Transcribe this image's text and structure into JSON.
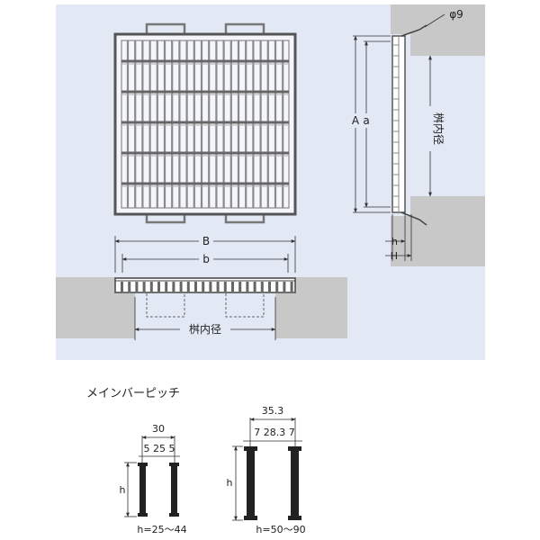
{
  "colors": {
    "panel_bg": "#e3e8f5",
    "ground": "#c8c8c8",
    "grating": "#777777",
    "bar_dark": "#222222"
  },
  "plan_view": {
    "dim_B": "B",
    "dim_b": "b",
    "opening_label": "桝内径"
  },
  "side_view": {
    "dim_A": "A",
    "dim_a": "a",
    "opening_label": "桝内径",
    "anchor_label": "φ9",
    "dim_h": "h",
    "dim_H": "H"
  },
  "pitch": {
    "title": "メインバーピッチ",
    "small": {
      "total": "30",
      "detail": "5 25 5",
      "h_label": "h",
      "range": "h=25〜44"
    },
    "large": {
      "total": "35.3",
      "detail": "7 28.3 7",
      "h_label": "h",
      "range": "h=50〜90"
    }
  }
}
